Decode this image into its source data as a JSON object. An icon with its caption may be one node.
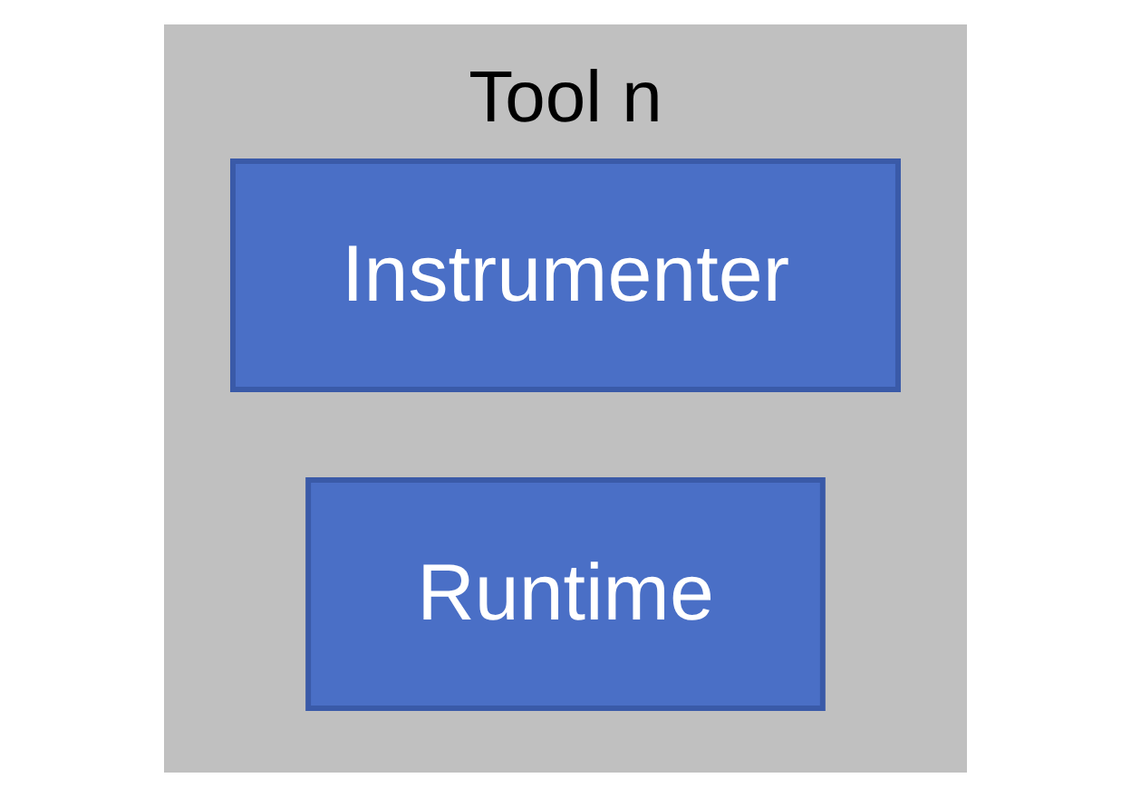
{
  "diagram": {
    "nodes": [
      {
        "text": [
          "Tool n"
        ]
      },
      {
        "text": [
          "Instrumenter"
        ],
        "in": 0
      },
      {
        "text": [
          "Runtime"
        ],
        "in": 0
      }
    ]
  }
}
